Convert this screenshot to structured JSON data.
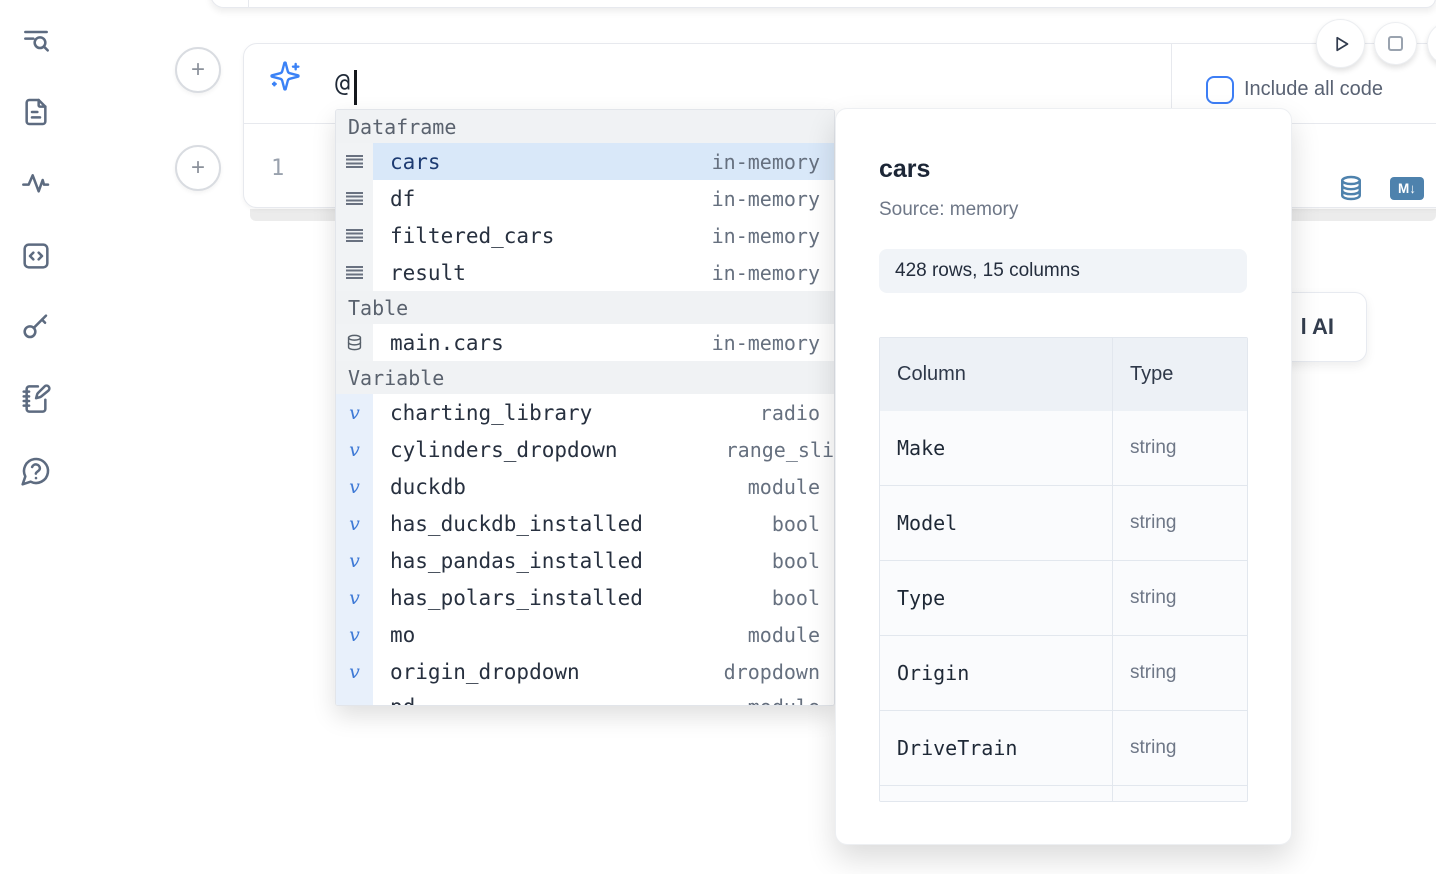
{
  "colors": {
    "accent_blue": "#3b82f6",
    "checkbox_blue": "#3d7ef5",
    "steel_blue": "#4e82ad",
    "selected_row_bg": "#d9e8f9",
    "sidebar_icon_slate": "#5d6b80"
  },
  "sidebar": {
    "items": [
      {
        "icon": "list-search-icon"
      },
      {
        "icon": "file-document-icon"
      },
      {
        "icon": "activity-icon"
      },
      {
        "icon": "code-box-icon"
      },
      {
        "icon": "key-icon"
      },
      {
        "icon": "notebook-pen-icon"
      },
      {
        "icon": "help-chat-icon"
      }
    ]
  },
  "toolbar": {
    "run_icon": "play-icon",
    "stop_icon": "stop-icon"
  },
  "ai_prompt": {
    "value": "@",
    "include_all_code_label": "Include all code"
  },
  "editor": {
    "line_number": "1",
    "icons": [
      "database-icon",
      "markdown-export-icon"
    ],
    "markdown_badge_text": "M↓"
  },
  "autocomplete": {
    "sections": [
      {
        "label": "Dataframe",
        "rows": [
          {
            "kind": "dataframe",
            "name": "cars",
            "type": "in-memory",
            "selected": true
          },
          {
            "kind": "dataframe",
            "name": "df",
            "type": "in-memory"
          },
          {
            "kind": "dataframe",
            "name": "filtered_cars",
            "type": "in-memory"
          },
          {
            "kind": "dataframe",
            "name": "result",
            "type": "in-memory"
          }
        ]
      },
      {
        "label": "Table",
        "rows": [
          {
            "kind": "table",
            "name": "main.cars",
            "type": "in-memory"
          }
        ]
      },
      {
        "label": "Variable",
        "rows": [
          {
            "kind": "variable",
            "name": "charting_library",
            "type": "radio"
          },
          {
            "kind": "variable",
            "name": "cylinders_dropdown",
            "type": "range_sli",
            "clip": true
          },
          {
            "kind": "variable",
            "name": "duckdb",
            "type": "module"
          },
          {
            "kind": "variable",
            "name": "has_duckdb_installed",
            "type": "bool"
          },
          {
            "kind": "variable",
            "name": "has_pandas_installed",
            "type": "bool"
          },
          {
            "kind": "variable",
            "name": "has_polars_installed",
            "type": "bool"
          },
          {
            "kind": "variable",
            "name": "mo",
            "type": "module"
          },
          {
            "kind": "variable",
            "name": "origin_dropdown",
            "type": "dropdown"
          },
          {
            "kind": "variable",
            "name": "pd",
            "type": "module",
            "partial": true
          }
        ]
      }
    ]
  },
  "preview": {
    "title": "cars",
    "source_label": "Source: memory",
    "shape_badge": "428 rows, 15 columns",
    "table": {
      "headers": [
        "Column",
        "Type"
      ],
      "rows": [
        {
          "column": "Make",
          "type": "string"
        },
        {
          "column": "Model",
          "type": "string"
        },
        {
          "column": "Type",
          "type": "string"
        },
        {
          "column": "Origin",
          "type": "string"
        },
        {
          "column": "DriveTrain",
          "type": "string"
        }
      ],
      "has_partial_row": true
    }
  },
  "ai_card": {
    "visible_label": "l AI"
  }
}
